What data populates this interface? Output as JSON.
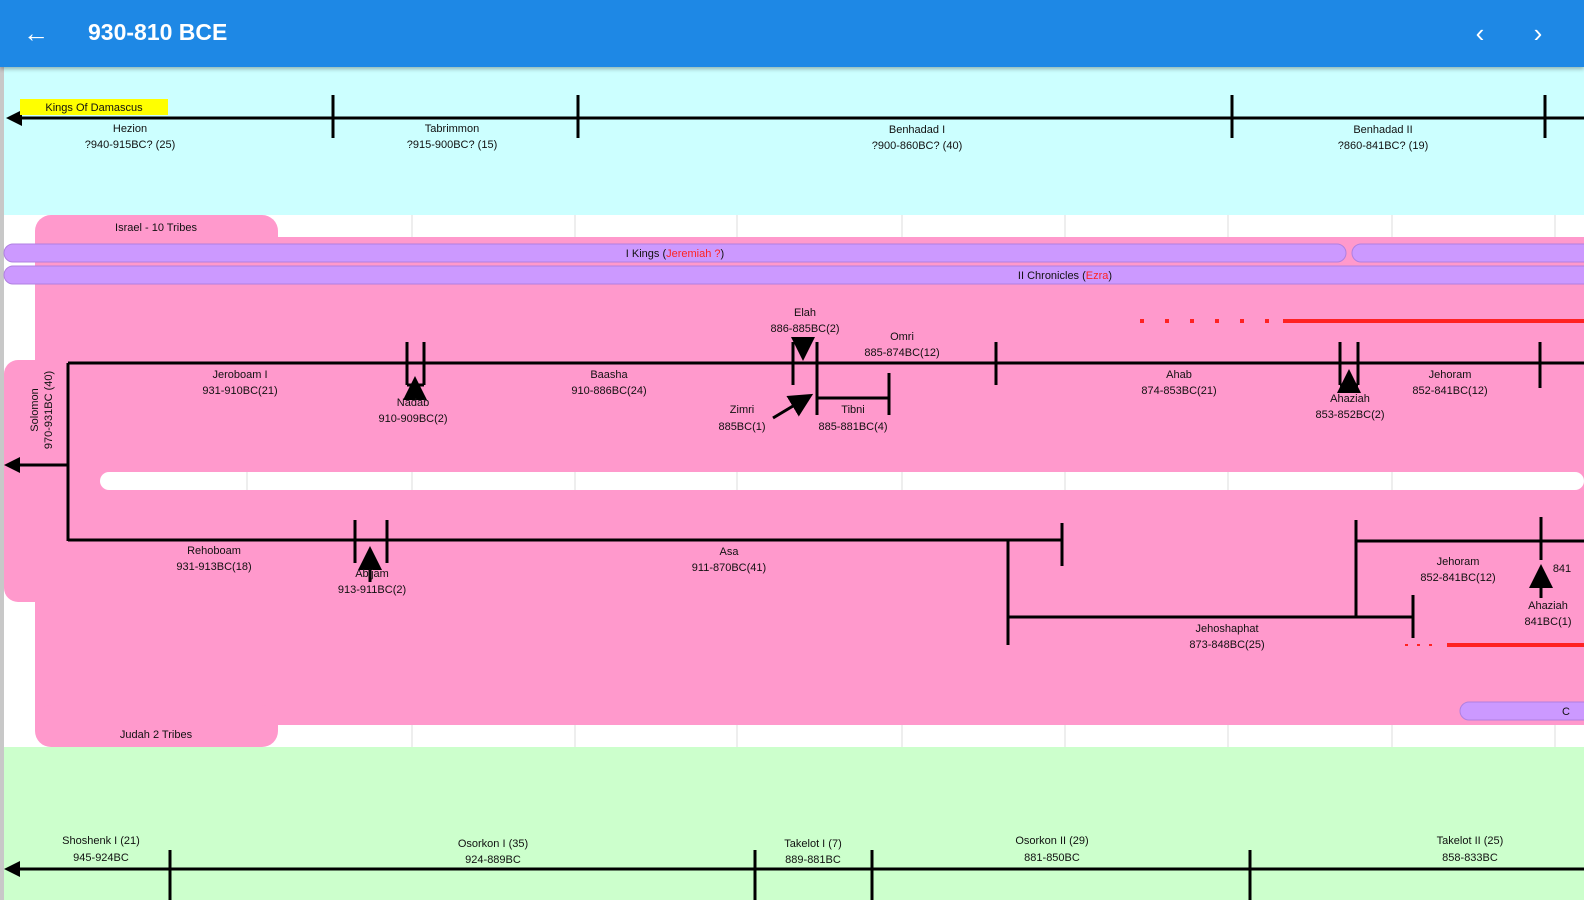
{
  "header": {
    "title": "930-810 BCE",
    "back_icon": "arrow-left",
    "prev_icon": "chevron-left",
    "next_icon": "chevron-right",
    "back_glyph": "←",
    "prev_glyph": "‹",
    "next_glyph": "›"
  },
  "colors": {
    "header": "#1e88e5",
    "damascus": "#ccffff",
    "kingdoms": "#ff99cc",
    "egypt": "#ccffcc",
    "books": "#cc99ff",
    "prophet": "#ff2222",
    "tag": "#ffff00"
  },
  "damascus": {
    "tag": "Kings Of Damascus",
    "kings": [
      {
        "name": "Hezion",
        "dates": "?940-915BC? (25)"
      },
      {
        "name": "Tabrimmon",
        "dates": "?915-900BC? (15)"
      },
      {
        "name": "Benhadad I",
        "dates": "?900-860BC? (40)"
      },
      {
        "name": "Benhadad II",
        "dates": "?860-841BC? (19)"
      }
    ]
  },
  "israel": {
    "label": "Israel - 10 Tribes",
    "kings": [
      {
        "name": "Jeroboam I",
        "dates": "931-910BC(21)"
      },
      {
        "name": "Nadab",
        "dates": "910-909BC(2)"
      },
      {
        "name": "Baasha",
        "dates": "910-886BC(24)"
      },
      {
        "name": "Elah",
        "dates": "886-885BC(2)"
      },
      {
        "name": "Zimri",
        "dates": "885BC(1)"
      },
      {
        "name": "Omri",
        "dates": "885-874BC(12)"
      },
      {
        "name": "Tibni",
        "dates": "885-881BC(4)"
      },
      {
        "name": "Ahab",
        "dates": "874-853BC(21)"
      },
      {
        "name": "Ahaziah",
        "dates": "853-852BC(2)"
      },
      {
        "name": "Jehoram",
        "dates": "852-841BC(12)"
      }
    ]
  },
  "united": {
    "name": "Solomon",
    "dates": "970-931BC (40)"
  },
  "books": [
    {
      "title": "I Kings (",
      "author": "Jeremiah ?",
      "close": ")"
    },
    {
      "title": "II Chronicles (",
      "author": "Ezra",
      "close": ")"
    },
    {
      "title": "C"
    }
  ],
  "judah": {
    "label": "Judah 2 Tribes",
    "kings": [
      {
        "name": "Rehoboam",
        "dates": "931-913BC(18)"
      },
      {
        "name": "Abijam",
        "dates": "913-911BC(2)"
      },
      {
        "name": "Asa",
        "dates": "911-870BC(41)"
      },
      {
        "name": "Jehoshaphat",
        "dates": "873-848BC(25)"
      },
      {
        "name": "Jehoram",
        "dates": "852-841BC(12)"
      },
      {
        "name": "Ahaziah",
        "dates": "841BC(1)"
      },
      {
        "name": "",
        "dates": "841"
      }
    ]
  },
  "egypt": {
    "kings": [
      {
        "name": "Shoshenk I (21)",
        "dates": "945-924BC"
      },
      {
        "name": "Osorkon I (35)",
        "dates": "924-889BC"
      },
      {
        "name": "Takelot I (7)",
        "dates": "889-881BC"
      },
      {
        "name": "Osorkon II (29)",
        "dates": "881-850BC"
      },
      {
        "name": "Takelot II (25)",
        "dates": "858-833BC"
      }
    ]
  }
}
